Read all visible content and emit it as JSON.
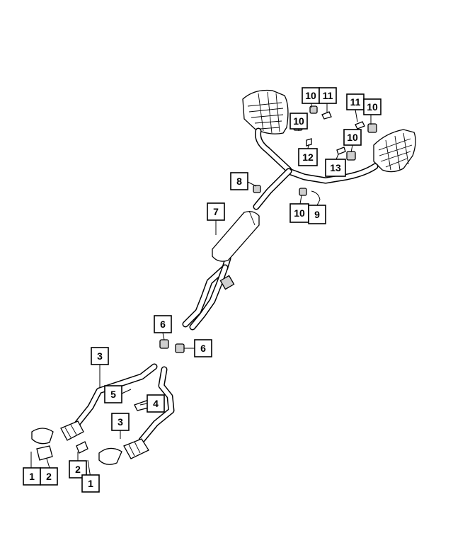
{
  "diagram": {
    "callouts": [
      {
        "id": "c10a",
        "label": "10"
      },
      {
        "id": "c11a",
        "label": "11"
      },
      {
        "id": "c11b",
        "label": "11"
      },
      {
        "id": "c10b",
        "label": "10"
      },
      {
        "id": "c10c",
        "label": "10"
      },
      {
        "id": "c10d",
        "label": "10"
      },
      {
        "id": "c12",
        "label": "12"
      },
      {
        "id": "c13",
        "label": "13"
      },
      {
        "id": "c8",
        "label": "8"
      },
      {
        "id": "c10e",
        "label": "10"
      },
      {
        "id": "c9",
        "label": "9"
      },
      {
        "id": "c7",
        "label": "7"
      },
      {
        "id": "c6a",
        "label": "6"
      },
      {
        "id": "c6b",
        "label": "6"
      },
      {
        "id": "c3a",
        "label": "3"
      },
      {
        "id": "c5",
        "label": "5"
      },
      {
        "id": "c4",
        "label": "4"
      },
      {
        "id": "c3b",
        "label": "3"
      },
      {
        "id": "c1a",
        "label": "1"
      },
      {
        "id": "c2a",
        "label": "2"
      },
      {
        "id": "c2b",
        "label": "2"
      },
      {
        "id": "c1b",
        "label": "1"
      }
    ]
  }
}
